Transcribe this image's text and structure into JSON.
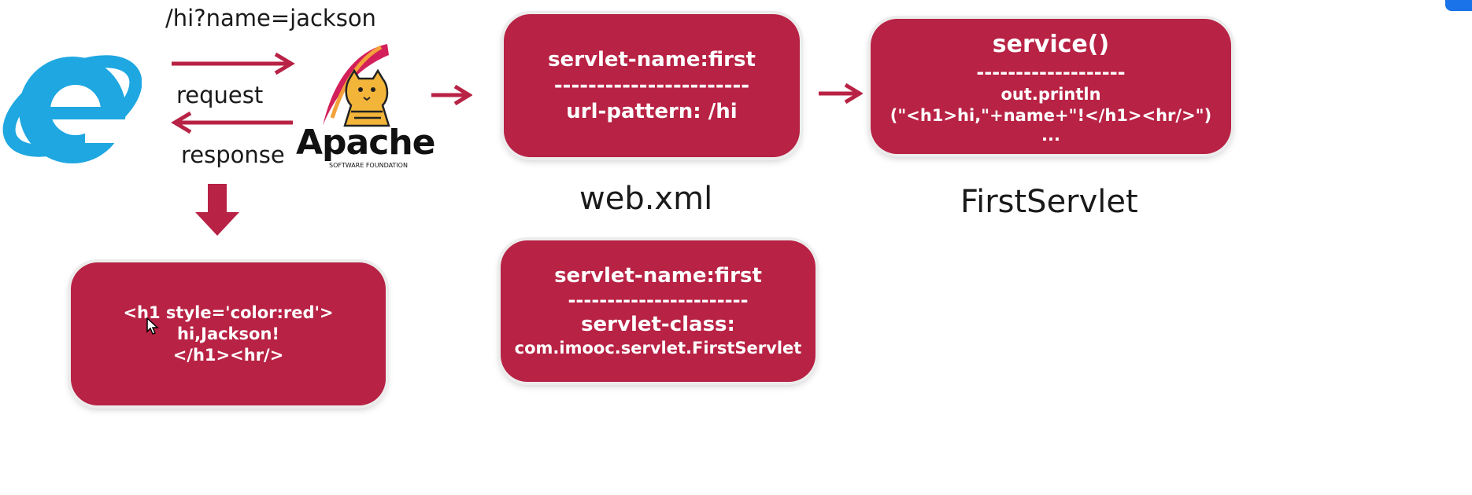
{
  "browser": {
    "icon": "internet-explorer-icon"
  },
  "server": {
    "icon": "apache-tomcat-logo",
    "logo_text": "Apache",
    "logo_subtext": "SOFTWARE FOUNDATION"
  },
  "flow": {
    "url": "/hi?name=jackson",
    "request_label": "request",
    "response_label": "response"
  },
  "webxml_mapping": {
    "line1": "servlet-name:first",
    "divider": "-----------------------",
    "line2": "url-pattern: /hi",
    "caption": "web.xml"
  },
  "servlet_method": {
    "title": "service()",
    "divider": "-------------------",
    "line1": "out.println",
    "line2": "(\"<h1>hi,\"+name+\"!</h1><hr/>\")",
    "line3": "...",
    "caption": "FirstServlet"
  },
  "webxml_servlet": {
    "line1": "servlet-name:first",
    "divider": "-----------------------",
    "line2": "servlet-class:",
    "line3": "com.imooc.servlet.FirstServlet"
  },
  "html_output": {
    "line1": "<h1 style='color:red'>",
    "line2": "hi,Jackson!",
    "line3": "</h1><hr/>"
  },
  "colors": {
    "box": "#b82244",
    "arrow": "#b82244",
    "ie_blue": "#1ea7e1"
  }
}
